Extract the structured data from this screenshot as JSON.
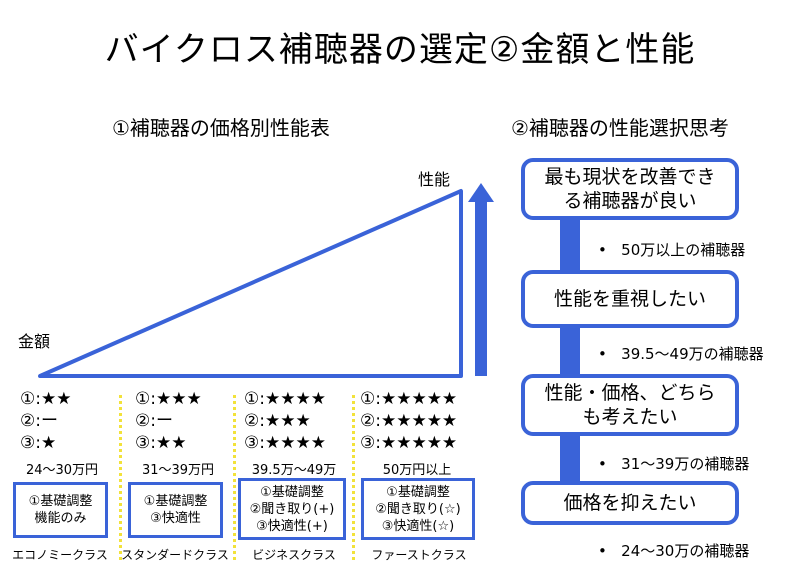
{
  "title": "バイクロス補聴器の選定②金額と性能",
  "left_section": {
    "heading": "①補聴器の価格別性能表",
    "y_axis_label": "性能",
    "x_axis_label": "金額",
    "columns": [
      {
        "ratings": [
          "①:★★",
          "②:ー",
          "③:★"
        ],
        "price": "24〜30万円",
        "features": [
          "①基礎調整",
          "機能のみ"
        ],
        "class_name": "エコノミークラス"
      },
      {
        "ratings": [
          "①:★★★",
          "②:ー",
          "③:★★"
        ],
        "price": "31〜39万円",
        "features": [
          "①基礎調整",
          "③快適性"
        ],
        "class_name": "スタンダードクラス"
      },
      {
        "ratings": [
          "①:★★★★",
          "②:★★★",
          "③:★★★★"
        ],
        "price": "39.5万〜49万",
        "features": [
          "①基礎調整",
          "②聞き取り(+)",
          "③快適性(+)"
        ],
        "class_name": "ビジネスクラス"
      },
      {
        "ratings": [
          "①:★★★★★",
          "②:★★★★★",
          "③:★★★★★"
        ],
        "price": "50万円以上",
        "features": [
          "①基礎調整",
          "②聞き取り(☆)",
          "③快適性(☆)"
        ],
        "class_name": "ファーストクラス"
      }
    ]
  },
  "right_section": {
    "heading": "②補聴器の性能選択思考",
    "steps": [
      {
        "lines": [
          "最も現状を改善でき",
          "る補聴器が良い"
        ],
        "result": "50万以上の補聴器"
      },
      {
        "lines": [
          "性能を重視したい"
        ],
        "result": "39.5〜49万の補聴器"
      },
      {
        "lines": [
          "性能・価格、どちら",
          "も考えたい"
        ],
        "result": "31〜39万の補聴器"
      },
      {
        "lines": [
          "価格を抑えたい"
        ],
        "result": "24〜30万の補聴器"
      }
    ]
  },
  "colors": {
    "accent_blue": "#3a63d8",
    "separator_yellow": "#f2e23a"
  }
}
